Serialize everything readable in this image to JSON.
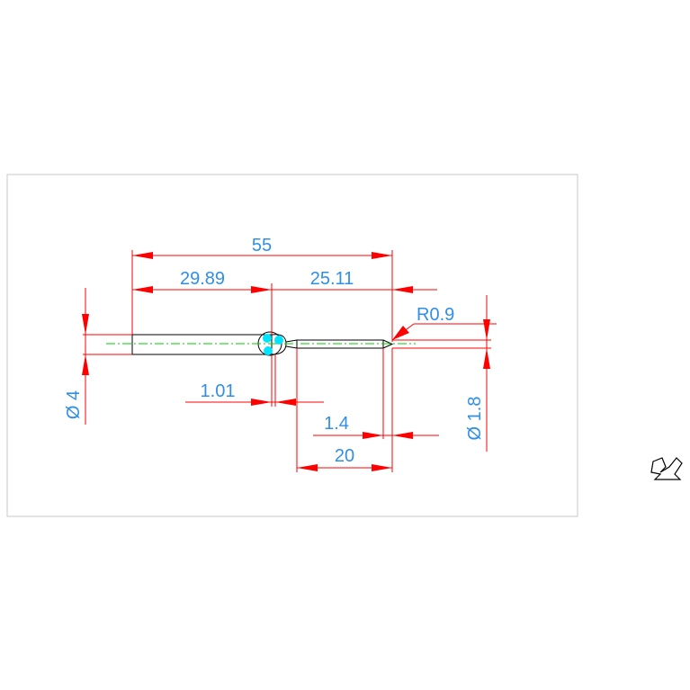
{
  "dimensions": {
    "overall_length": "55",
    "left_length": "29.89",
    "right_length": "25.11",
    "tip_radius": "R0.9",
    "left_diameter": "Ø 4",
    "right_diameter": "Ø 1.8",
    "neck_width": "1.01",
    "tip_taper": "1.4",
    "tip_length": "20"
  },
  "colors": {
    "dimension_lines": "#ff0000",
    "dimension_text": "#2f8fe8",
    "part_outline": "#000000",
    "center_line": "#00cc00",
    "grips": "#00e5ff",
    "frame": "#c8c8c8"
  },
  "icons": {
    "ucs": "ucs-icon"
  }
}
